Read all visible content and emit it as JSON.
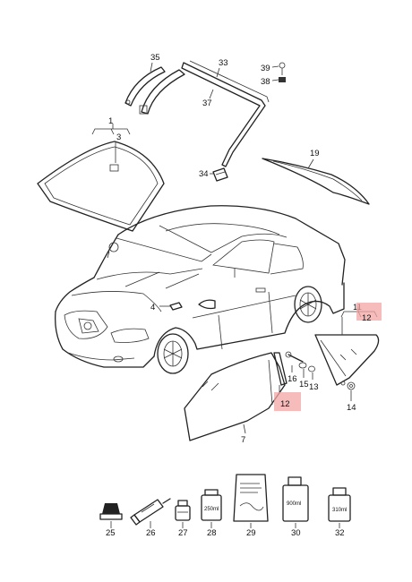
{
  "callouts": {
    "c1": "1",
    "c3": "3",
    "c35": "35",
    "c33": "33",
    "c37": "37",
    "c39": "39",
    "c38": "38",
    "c34": "34",
    "c19": "19",
    "c4": "4",
    "c11": "11",
    "c12a": "12",
    "c12b": "12",
    "c16": "16",
    "c15": "15",
    "c13": "13",
    "c14": "14",
    "c7": "7",
    "c25": "25",
    "c26": "26",
    "c27": "27",
    "c28": "28",
    "c29": "29",
    "c30": "30",
    "c32": "32"
  },
  "container_labels": {
    "jar28": "250ml",
    "box29": "",
    "box30": "900ml",
    "jar32": "310ml"
  },
  "colors": {
    "highlight": "#f3a6a6",
    "line": "#222222"
  }
}
